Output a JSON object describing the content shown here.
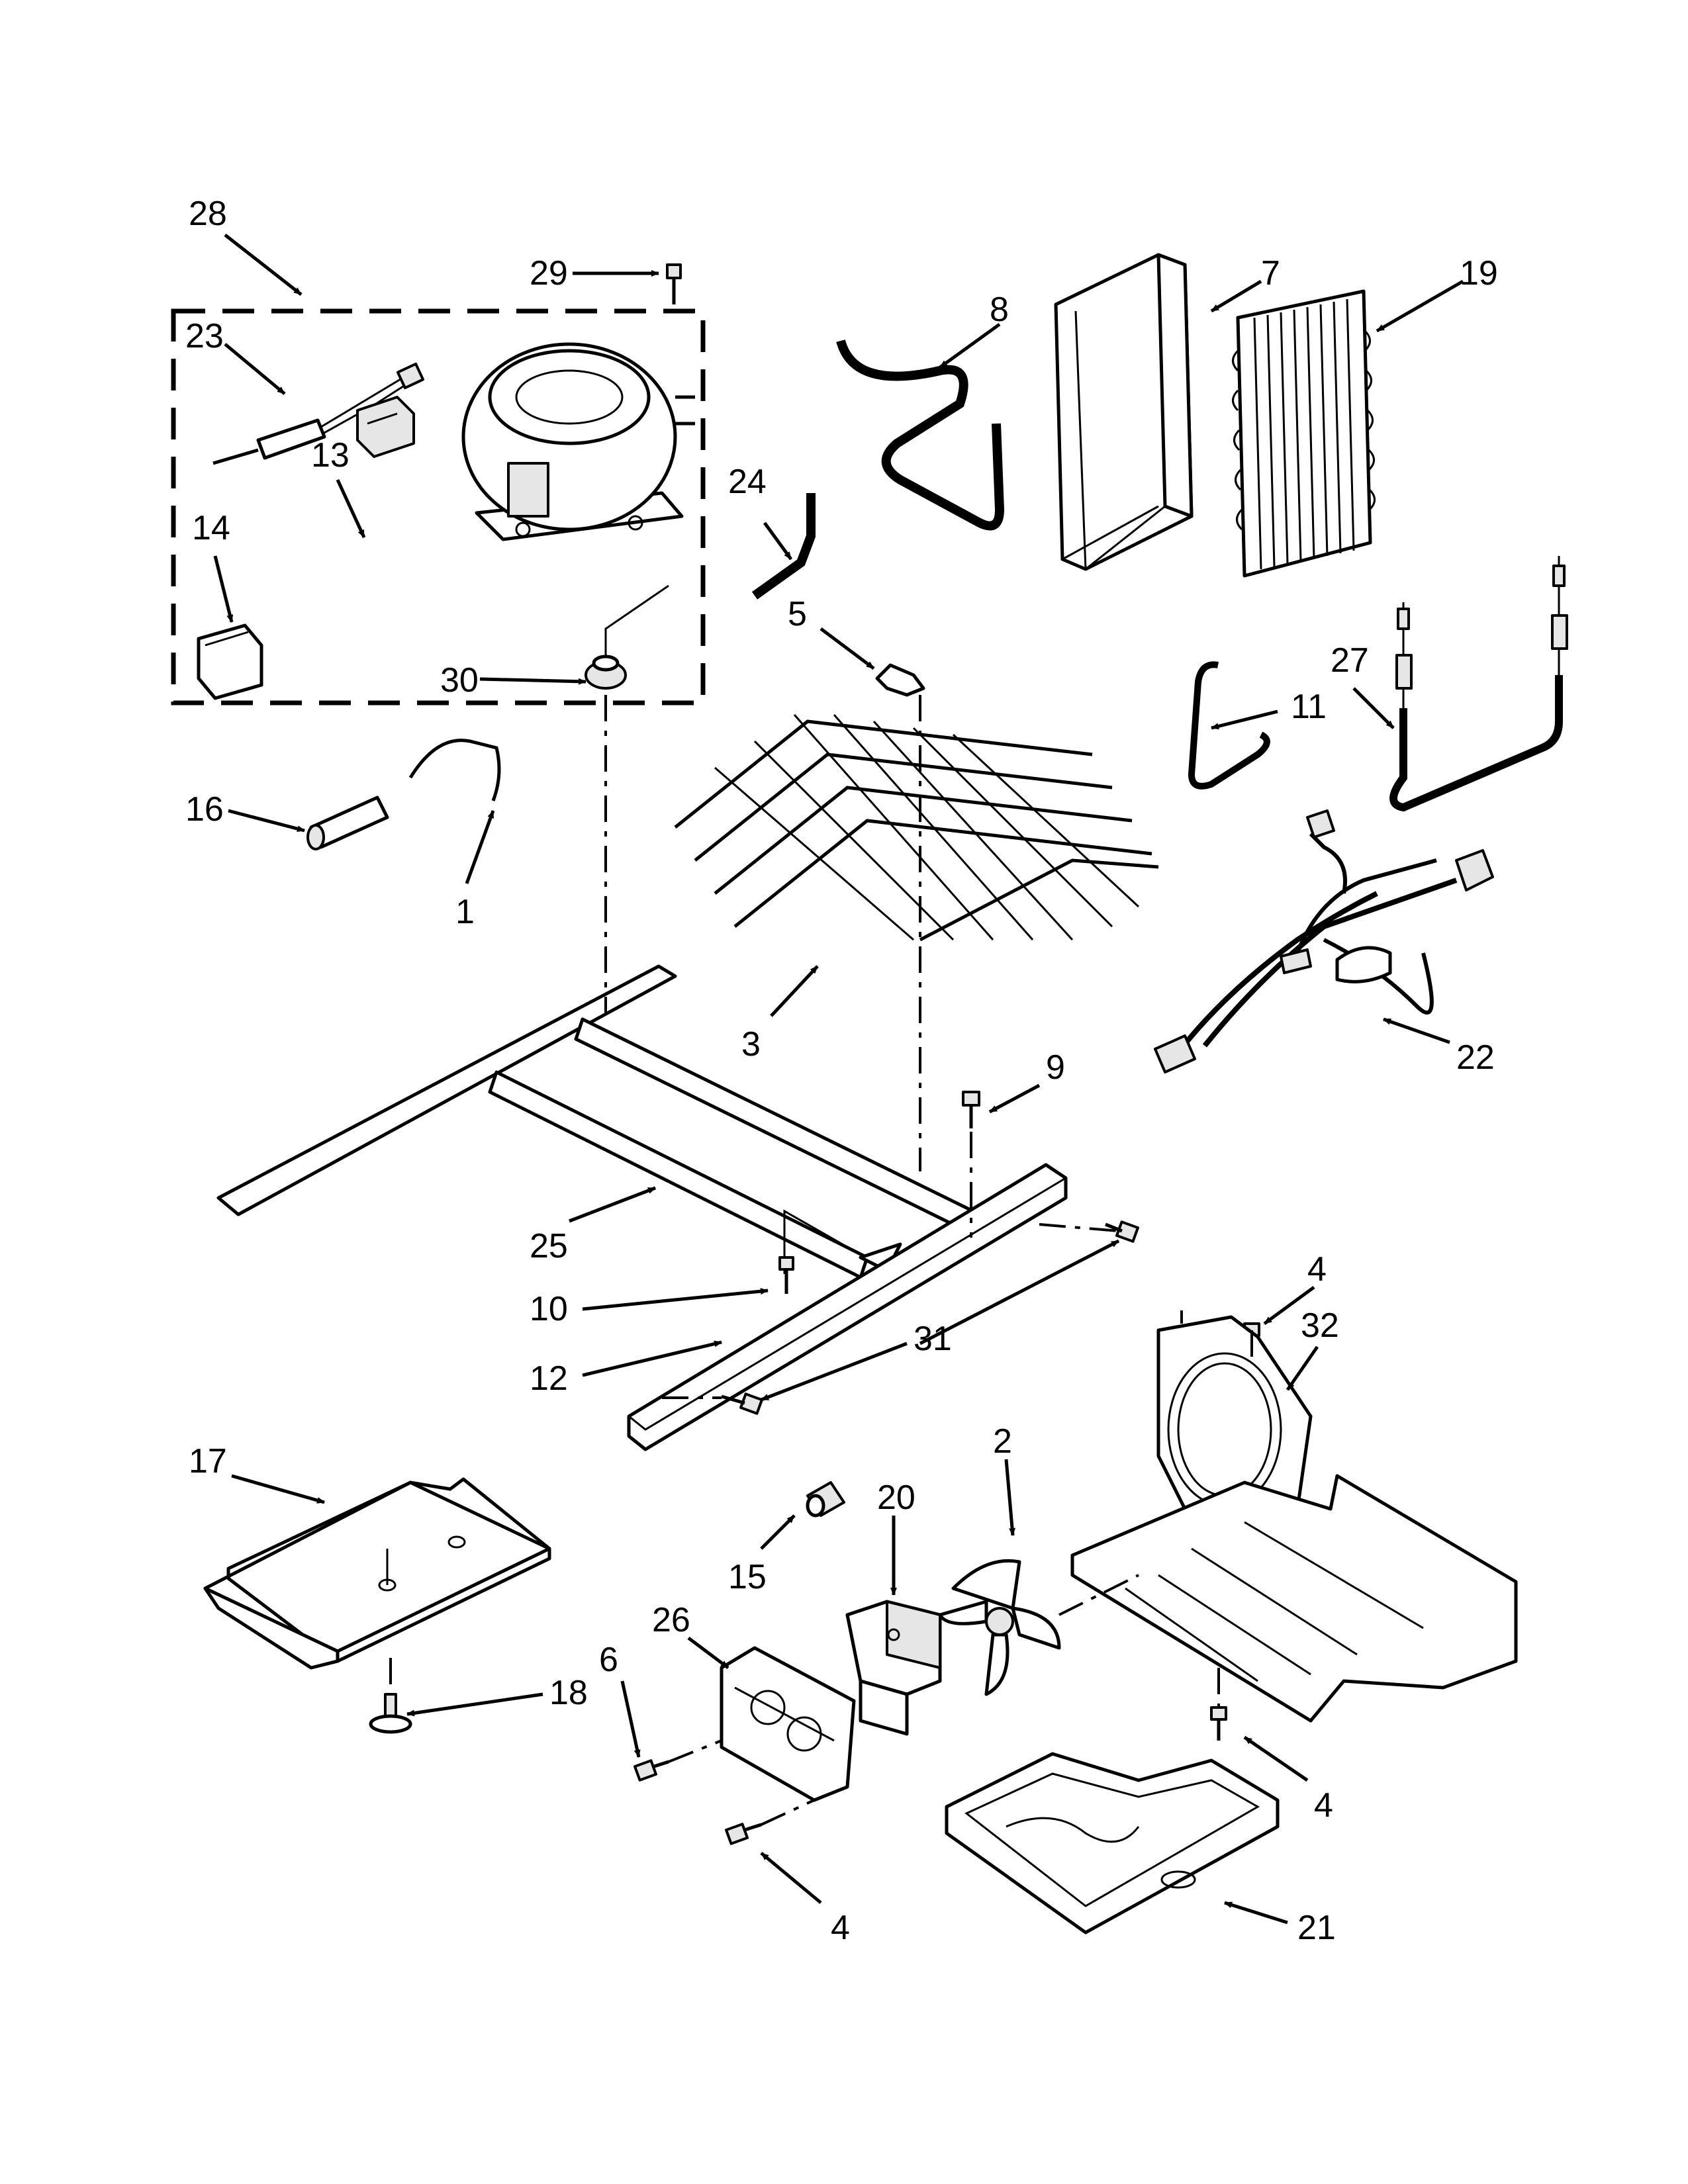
{
  "labels": {
    "l1": "1",
    "l2": "2",
    "l3": "3",
    "l4a": "4",
    "l4b": "4",
    "l4c": "4",
    "l5": "5",
    "l6": "6",
    "l7": "7",
    "l8": "8",
    "l9": "9",
    "l10": "10",
    "l11": "11",
    "l12": "12",
    "l13": "13",
    "l14": "14",
    "l15": "15",
    "l16": "16",
    "l17": "17",
    "l18": "18",
    "l19": "19",
    "l20": "20",
    "l21": "21",
    "l22": "22",
    "l23": "23",
    "l24": "24",
    "l25": "25",
    "l26": "26",
    "l27": "27",
    "l28": "28",
    "l29": "29",
    "l30": "30",
    "l31": "31",
    "l32": "32"
  }
}
